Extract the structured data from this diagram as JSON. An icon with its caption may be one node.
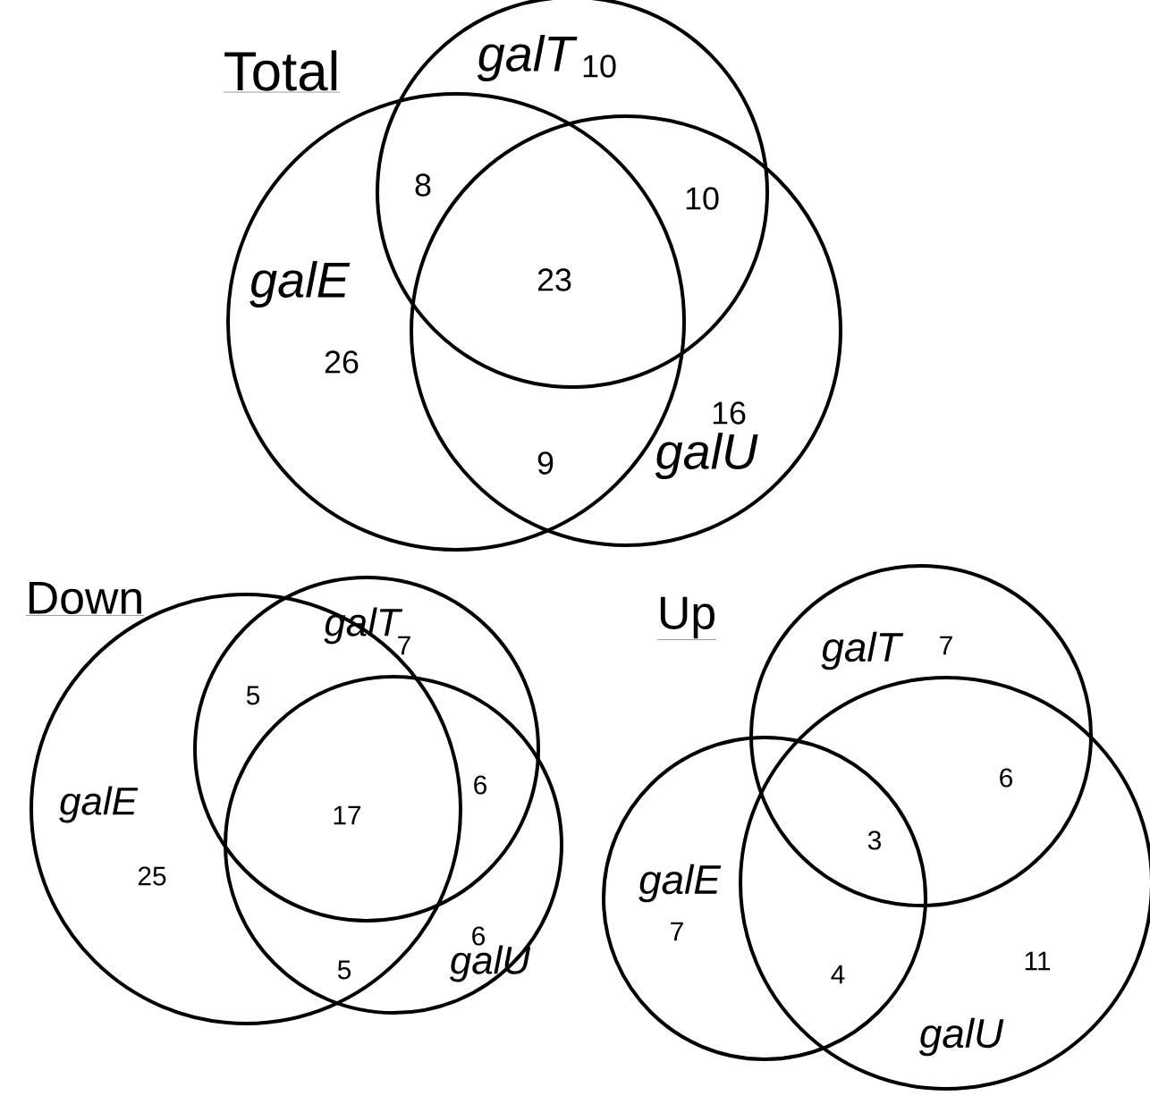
{
  "diagram": {
    "nodes": [
      {
        "text": [
          "galT"
        ]
      },
      {
        "text": [
          "galE"
        ]
      },
      {
        "text": [
          "galU"
        ]
      },
      {
        "text": [
          "galT"
        ]
      },
      {
        "text": [
          "galE"
        ]
      },
      {
        "text": [
          "galU"
        ]
      },
      {
        "text": [
          "galT"
        ]
      },
      {
        "text": [
          "galE"
        ]
      },
      {
        "text": [
          "galU"
        ]
      }
    ],
    "labels": [
      "Total",
      "10",
      "8",
      "10",
      "23",
      "26",
      "16",
      "9",
      "Down",
      "7",
      "5",
      "6",
      "17",
      "25",
      "6",
      "5",
      "Up",
      "7",
      "6",
      "3",
      "7",
      "4",
      "11"
    ]
  }
}
